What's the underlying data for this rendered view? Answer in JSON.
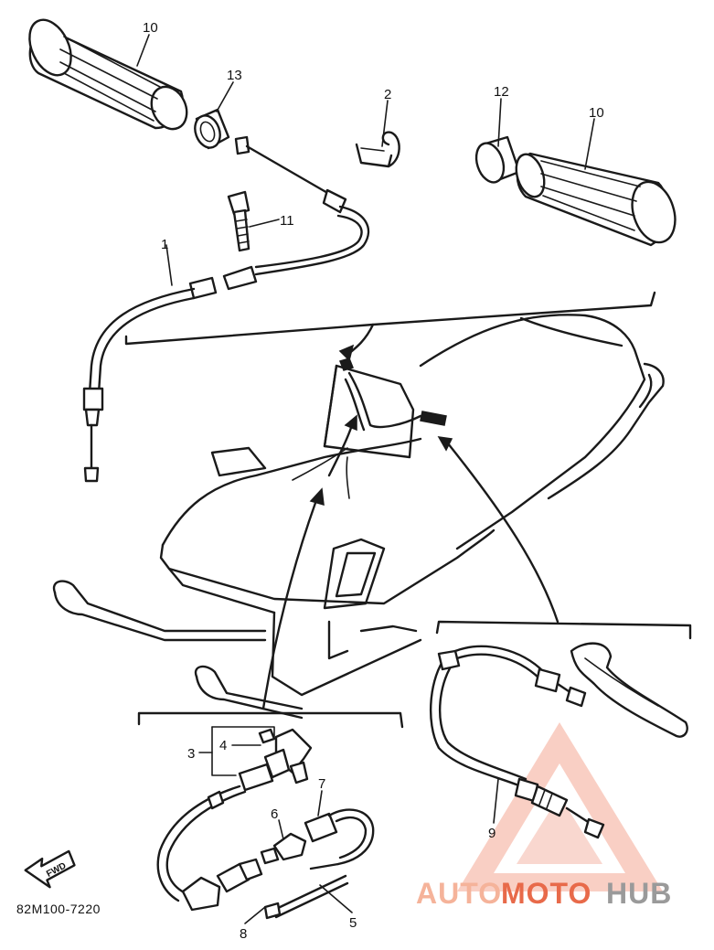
{
  "callouts": {
    "c1": "1",
    "c2": "2",
    "c3": "3",
    "c4": "4",
    "c5": "5",
    "c6": "6",
    "c7": "7",
    "c8": "8",
    "c9": "9",
    "c10a": "10",
    "c10b": "10",
    "c11": "11",
    "c12": "12",
    "c13": "13"
  },
  "diagram_code": "82M100-7220",
  "fwd_label": "FWD",
  "watermark": {
    "part1": "AUTO",
    "part2": "MOTO",
    "part3": "HUB",
    "color1": "#f5b39a",
    "color2": "#e86a4a",
    "color3": "#9a9a9a"
  }
}
